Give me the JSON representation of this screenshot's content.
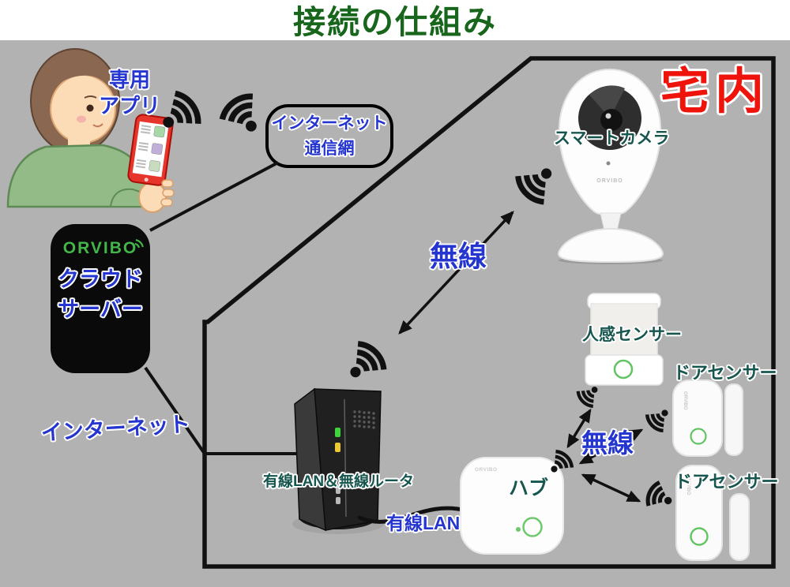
{
  "title": "接続の仕組み",
  "colors": {
    "title_green": "#17661c",
    "label_blue": "#2535cf",
    "label_teal": "#17564f",
    "home_red": "#ee130b",
    "brand_green": "#43b649",
    "bg_gray": "#b2b2b2",
    "line_black": "#111111"
  },
  "phone": {
    "app_label": "専用\nアプリ"
  },
  "internet_cloud": {
    "label": "インターネット\n通信網"
  },
  "home": {
    "label": "宅内"
  },
  "camera": {
    "label": "スマートカメラ",
    "brand": "ORVIBO"
  },
  "cloud_server": {
    "brand": "ORVIBO",
    "label": "クラウド\nサーバー"
  },
  "links": {
    "internet": "インターネット",
    "wireless_camera": "無線",
    "wireless_sensors": "無線",
    "wired_lan": "有線LAN"
  },
  "router": {
    "label": "有線LAN＆無線ルータ"
  },
  "hub": {
    "label": "ハブ",
    "brand": "ORVIBO"
  },
  "sensors": {
    "motion": "人感センサー",
    "door_top": "ドアセンサー",
    "door_bottom": "ドアセンサー",
    "brand": "ORVIBO"
  },
  "icons": {
    "wifi": "wifi-signal",
    "link_arrow": "double-headed-arrow"
  }
}
